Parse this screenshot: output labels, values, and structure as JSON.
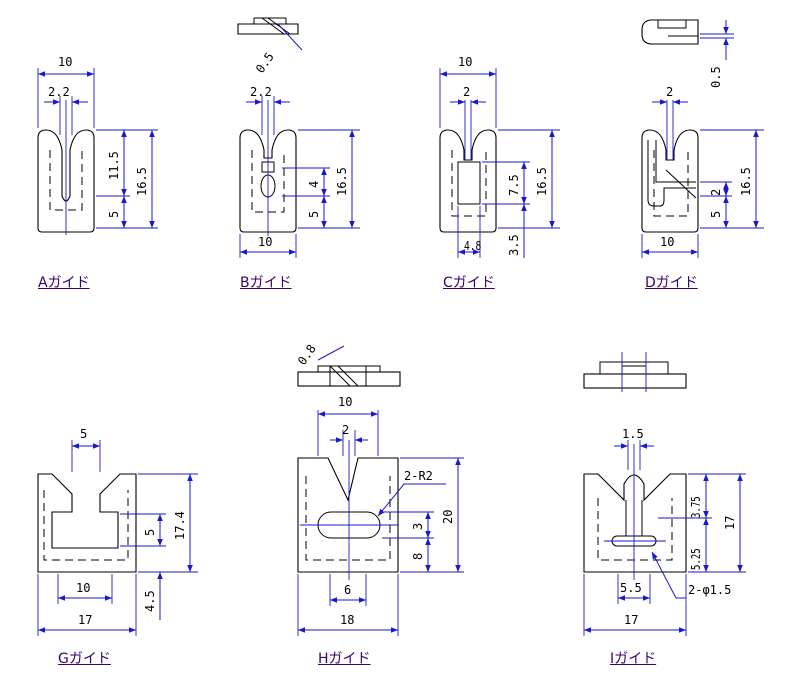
{
  "guides": {
    "a": {
      "label": "Aガイド",
      "dims": {
        "width": "10",
        "slot": "2.2",
        "upper": "11.5",
        "lower": "5",
        "height": "16.5"
      }
    },
    "b": {
      "label": "Bガイド",
      "dims": {
        "slot": "2.2",
        "thick": "0.5",
        "upper": "4",
        "lower": "5",
        "height": "16.5",
        "width": "10"
      }
    },
    "c": {
      "label": "Cガイド",
      "dims": {
        "width": "10",
        "slot": "2",
        "upper": "7.5",
        "lower": "3.5",
        "height": "16.5",
        "window": "4.8"
      }
    },
    "d": {
      "label": "Dガイド",
      "dims": {
        "thick": "0.5",
        "slot": "2",
        "upper": "2",
        "lower": "5",
        "height": "16.5",
        "width": "10"
      }
    },
    "g": {
      "label": "Gガイド",
      "dims": {
        "slot": "5",
        "inner": "5",
        "height": "17.4",
        "lower": "4.5",
        "base": "10",
        "width": "17"
      }
    },
    "h": {
      "label": "Hガイド",
      "dims": {
        "thick": "0.8",
        "top": "10",
        "slot": "2",
        "radius": "2-R2",
        "upper": "3",
        "height": "20",
        "lower": "8",
        "hole": "6",
        "width": "18"
      }
    },
    "i": {
      "label": "Iガイド",
      "dims": {
        "slot": "1.5",
        "upper": "3.75",
        "height": "17",
        "lower": "5.25",
        "hole": "2-φ1.5",
        "base": "5.5",
        "width": "17"
      }
    }
  }
}
